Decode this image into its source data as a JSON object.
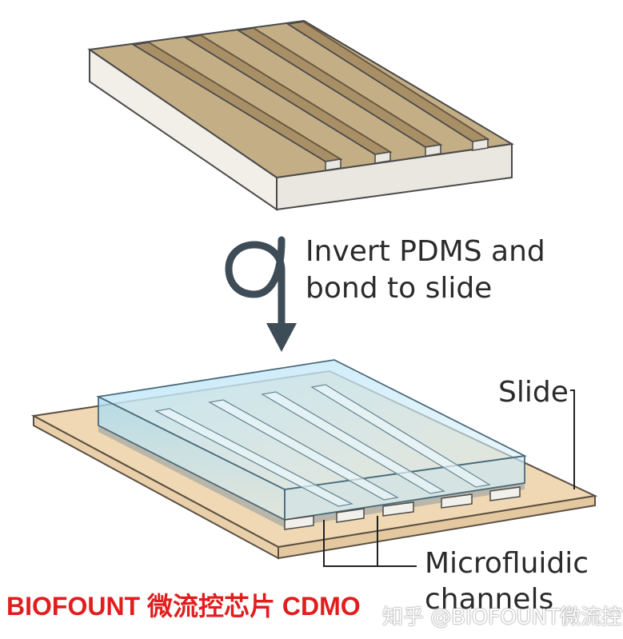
{
  "labels": {
    "step_line1": "Invert PDMS and",
    "step_line2": "bond to slide",
    "slide": "Slide",
    "channels_line1": "Microfluidic",
    "channels_line2": "channels"
  },
  "watermark": {
    "brand": "BIOFOUNT 微流控芯片 CDMO",
    "site": "知乎 @BIOFOUNT微流控"
  },
  "colors": {
    "pdms_top": "#c2ab84",
    "pdms_side": "#e6e4dc",
    "slide": "#efd9b5",
    "glass": "#a9d9f0",
    "arrow": "#3e4c57",
    "brand_red": "#e11d1d"
  },
  "icons": [
    "rotate-arrow-icon"
  ]
}
